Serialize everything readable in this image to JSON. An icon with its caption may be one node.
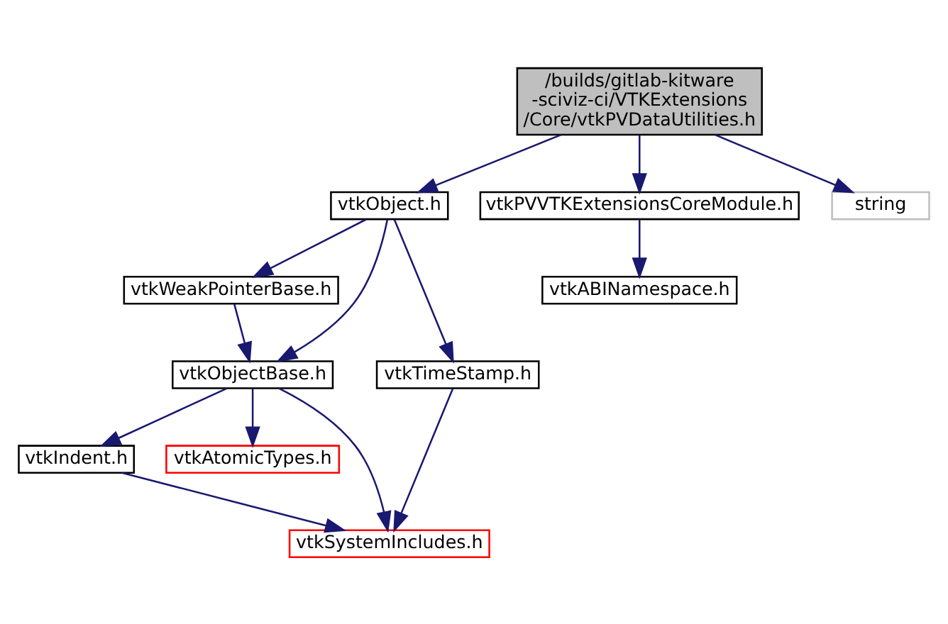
{
  "diagram": {
    "nodes": [
      {
        "text": [
          "/builds/gitlab-kitware-sciviz-ci/VTKExtensions/Core/vtkPVDataUtilities.h"
        ]
      },
      {
        "text": [
          "vtkObject.h"
        ]
      },
      {
        "text": [
          "vtkPVVTKExtensionsCoreModule.h"
        ]
      },
      {
        "text": [
          "string"
        ]
      },
      {
        "text": [
          "vtkWeakPointerBase.h"
        ]
      },
      {
        "text": [
          "vtkABINamespace.h"
        ]
      },
      {
        "text": [
          "vtkObjectBase.h"
        ]
      },
      {
        "text": [
          "vtkTimeStamp.h"
        ]
      },
      {
        "text": [
          "vtkIndent.h"
        ]
      },
      {
        "text": [
          "vtkAtomicTypes.h"
        ]
      },
      {
        "text": [
          "vtkSystemIncludes.h"
        ]
      }
    ],
    "edges": [
      {
        "from": 0,
        "to": 1,
        "arrow": "to"
      },
      {
        "from": 0,
        "to": 2,
        "arrow": "to"
      },
      {
        "from": 0,
        "to": 3,
        "arrow": "to"
      },
      {
        "from": 1,
        "to": 4,
        "arrow": "to"
      },
      {
        "from": 1,
        "to": 6,
        "arrow": "to"
      },
      {
        "from": 1,
        "to": 7,
        "arrow": "to"
      },
      {
        "from": 2,
        "to": 5,
        "arrow": "to"
      },
      {
        "from": 4,
        "to": 6,
        "arrow": "to"
      },
      {
        "from": 6,
        "to": 8,
        "arrow": "to"
      },
      {
        "from": 6,
        "to": 9,
        "arrow": "to"
      },
      {
        "from": 6,
        "to": 10,
        "arrow": "to"
      },
      {
        "from": 7,
        "to": 10,
        "arrow": "to"
      },
      {
        "from": 8,
        "to": 10,
        "arrow": "to"
      }
    ]
  }
}
